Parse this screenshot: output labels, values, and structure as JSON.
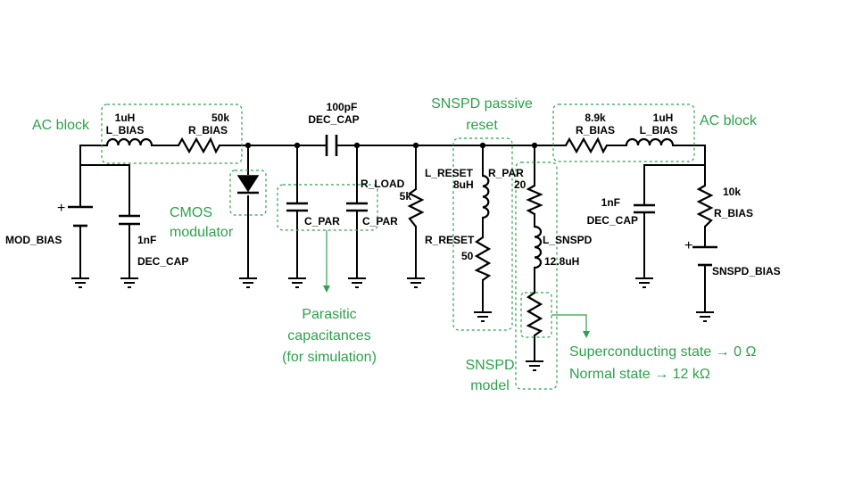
{
  "colors": {
    "wire": "#000000",
    "annotation": "#2ca24a"
  },
  "components": {
    "l_bias_left": {
      "value": "1uH",
      "name": "L_BIAS"
    },
    "r_bias_left": {
      "value": "50k",
      "name": "R_BIAS"
    },
    "dec_cap_top": {
      "value": "100pF",
      "name": "DEC_CAP"
    },
    "mod_bias": {
      "name": "MOD_BIAS",
      "plus": "+"
    },
    "dec_cap_left": {
      "value": "1nF",
      "name": "DEC_CAP"
    },
    "c_par_1": {
      "name": "C_PAR"
    },
    "c_par_2": {
      "name": "C_PAR"
    },
    "r_load": {
      "name": "R_LOAD",
      "value": "5k"
    },
    "l_reset": {
      "name": "L_RESET",
      "value": "8uH"
    },
    "r_reset": {
      "name": "R_RESET",
      "value": "50"
    },
    "r_par": {
      "name": "R_PAR",
      "value": "20"
    },
    "l_snspd": {
      "name": "L_SNSPD",
      "value": "12.8uH"
    },
    "r_bias_right": {
      "value": "8.9k",
      "name": "R_BIAS"
    },
    "l_bias_right": {
      "value": "1uH",
      "name": "L_BIAS"
    },
    "dec_cap_right": {
      "value": "1nF",
      "name": "DEC_CAP"
    },
    "r_bias_vert": {
      "value": "10k",
      "name": "R_BIAS"
    },
    "snspd_bias": {
      "name": "SNSPD_BIAS",
      "plus": "+"
    }
  },
  "annotations": {
    "ac_block_left": "AC block",
    "ac_block_right": "AC block",
    "cmos_line1": "CMOS",
    "cmos_line2": "modulator",
    "snspd_reset_line1": "SNSPD passive",
    "snspd_reset_line2": "reset",
    "parasitic_line1": "Parasitic",
    "parasitic_line2": "capacitances",
    "parasitic_line3": "(for simulation)",
    "snspd_model_line1": "SNSPD",
    "snspd_model_line2": "model",
    "superconducting": "Superconducting state → 0 Ω",
    "normal": "Normal state → 12 kΩ"
  }
}
